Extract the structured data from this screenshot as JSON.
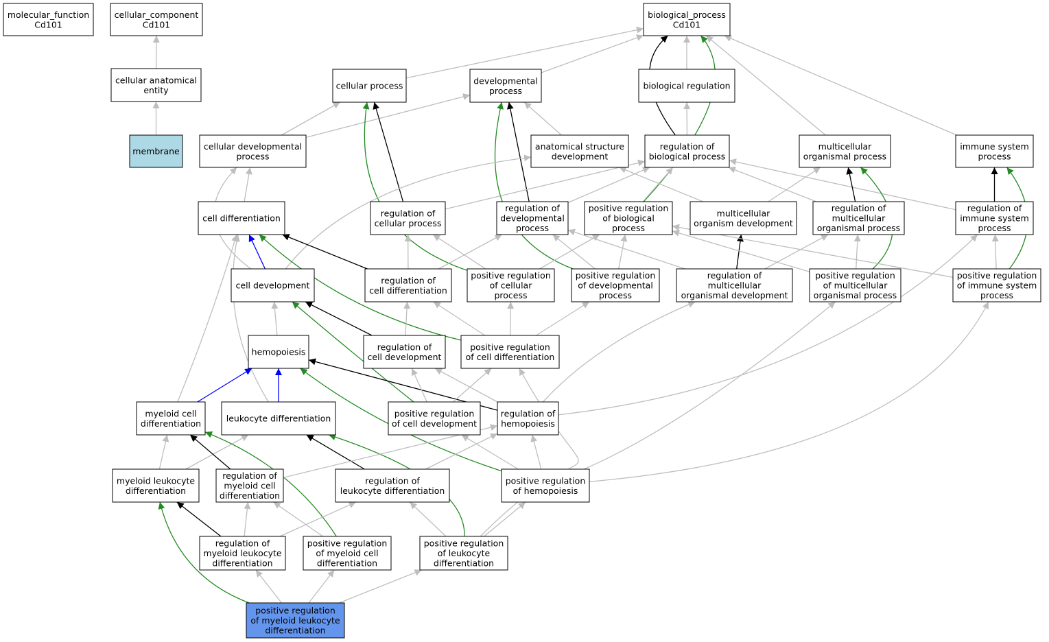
{
  "colors": {
    "node_fill": "#ffffff",
    "membrane_fill": "#add8e6",
    "query_fill": "#6495ed",
    "is_a": "#bebebe",
    "regulates": "#000000",
    "positively_regulates": "#228b22",
    "part_of": "#0000ff"
  },
  "nodes": [
    {
      "id": "mf",
      "lines": [
        "molecular_function",
        "Cd101"
      ]
    },
    {
      "id": "cc",
      "lines": [
        "cellular_component",
        "Cd101"
      ]
    },
    {
      "id": "bp",
      "lines": [
        "biological_process",
        "Cd101"
      ]
    },
    {
      "id": "cae",
      "lines": [
        "cellular anatomical",
        "entity"
      ]
    },
    {
      "id": "cp",
      "lines": [
        "cellular process"
      ]
    },
    {
      "id": "dp",
      "lines": [
        "developmental",
        "process"
      ]
    },
    {
      "id": "br",
      "lines": [
        "biological regulation"
      ]
    },
    {
      "id": "mem",
      "lines": [
        "membrane"
      ],
      "fill": "membrane"
    },
    {
      "id": "cdp",
      "lines": [
        "cellular developmental",
        "process"
      ]
    },
    {
      "id": "asd",
      "lines": [
        "anatomical structure",
        "development"
      ]
    },
    {
      "id": "rbp",
      "lines": [
        "regulation of",
        "biological process"
      ]
    },
    {
      "id": "mop",
      "lines": [
        "multicellular",
        "organismal process"
      ]
    },
    {
      "id": "isp",
      "lines": [
        "immune system",
        "process"
      ]
    },
    {
      "id": "cdiff",
      "lines": [
        "cell differentiation"
      ]
    },
    {
      "id": "rcp",
      "lines": [
        "regulation of",
        "cellular process"
      ]
    },
    {
      "id": "rdp",
      "lines": [
        "regulation of",
        "developmental",
        "process"
      ]
    },
    {
      "id": "prbp",
      "lines": [
        "positive regulation",
        "of biological",
        "process"
      ]
    },
    {
      "id": "mod",
      "lines": [
        "multicellular",
        "organism development"
      ]
    },
    {
      "id": "rmop",
      "lines": [
        "regulation of",
        "multicellular",
        "organismal process"
      ]
    },
    {
      "id": "risp",
      "lines": [
        "regulation of",
        "immune system",
        "process"
      ]
    },
    {
      "id": "cdev",
      "lines": [
        "cell development"
      ]
    },
    {
      "id": "rcd",
      "lines": [
        "regulation of",
        "cell differentiation"
      ]
    },
    {
      "id": "prcp",
      "lines": [
        "positive regulation",
        "of cellular",
        "process"
      ]
    },
    {
      "id": "prdp",
      "lines": [
        "positive regulation",
        "of developmental",
        "process"
      ]
    },
    {
      "id": "rmod",
      "lines": [
        "regulation of",
        "multicellular",
        "organismal development"
      ]
    },
    {
      "id": "prmop",
      "lines": [
        "positive regulation",
        "of multicellular",
        "organismal process"
      ]
    },
    {
      "id": "prisp",
      "lines": [
        "positive regulation",
        "of immune system",
        "process"
      ]
    },
    {
      "id": "hemo",
      "lines": [
        "hemopoiesis"
      ]
    },
    {
      "id": "rcdev",
      "lines": [
        "regulation of",
        "cell development"
      ]
    },
    {
      "id": "prcd",
      "lines": [
        "positive regulation",
        "of cell differentiation"
      ]
    },
    {
      "id": "mcd",
      "lines": [
        "myeloid cell",
        "differentiation"
      ]
    },
    {
      "id": "ld",
      "lines": [
        "leukocyte differentiation"
      ]
    },
    {
      "id": "prcdev",
      "lines": [
        "positive regulation",
        "of cell development"
      ]
    },
    {
      "id": "rhemo",
      "lines": [
        "regulation of",
        "hemopoiesis"
      ]
    },
    {
      "id": "mld",
      "lines": [
        "myeloid leukocyte",
        "differentiation"
      ]
    },
    {
      "id": "rmcd",
      "lines": [
        "regulation of",
        "myeloid cell",
        "differentiation"
      ]
    },
    {
      "id": "rld",
      "lines": [
        "regulation of",
        "leukocyte differentiation"
      ]
    },
    {
      "id": "prhemo",
      "lines": [
        "positive regulation",
        "of hemopoiesis"
      ]
    },
    {
      "id": "rmld",
      "lines": [
        "regulation of",
        "myeloid leukocyte",
        "differentiation"
      ]
    },
    {
      "id": "prmcd",
      "lines": [
        "positive regulation",
        "of myeloid cell",
        "differentiation"
      ]
    },
    {
      "id": "prld",
      "lines": [
        "positive regulation",
        "of leukocyte",
        "differentiation"
      ]
    },
    {
      "id": "prmld",
      "lines": [
        "positive regulation",
        "of myeloid leukocyte",
        "differentiation"
      ],
      "fill": "query"
    }
  ],
  "edges": [
    {
      "from": "cae",
      "to": "cc",
      "type": "is_a"
    },
    {
      "from": "mem",
      "to": "cae",
      "type": "is_a"
    },
    {
      "from": "cp",
      "to": "bp",
      "type": "is_a"
    },
    {
      "from": "dp",
      "to": "bp",
      "type": "is_a"
    },
    {
      "from": "br",
      "to": "bp",
      "type": "is_a"
    },
    {
      "from": "rbp",
      "to": "bp",
      "type": "regulates"
    },
    {
      "from": "prbp",
      "to": "bp",
      "type": "positively_regulates"
    },
    {
      "from": "mop",
      "to": "bp",
      "type": "is_a"
    },
    {
      "from": "isp",
      "to": "bp",
      "type": "is_a"
    },
    {
      "from": "rbp",
      "to": "br",
      "type": "is_a"
    },
    {
      "from": "cdp",
      "to": "cp",
      "type": "is_a"
    },
    {
      "from": "cdp",
      "to": "dp",
      "type": "is_a"
    },
    {
      "from": "asd",
      "to": "dp",
      "type": "is_a"
    },
    {
      "from": "rcp",
      "to": "cp",
      "type": "regulates"
    },
    {
      "from": "prcp",
      "to": "cp",
      "type": "positively_regulates"
    },
    {
      "from": "rdp",
      "to": "dp",
      "type": "regulates"
    },
    {
      "from": "prdp",
      "to": "dp",
      "type": "positively_regulates"
    },
    {
      "from": "cdiff",
      "to": "cdp",
      "type": "is_a"
    },
    {
      "from": "cdev",
      "to": "cdp",
      "type": "is_a"
    },
    {
      "from": "cdev",
      "to": "asd",
      "type": "is_a"
    },
    {
      "from": "mod",
      "to": "asd",
      "type": "is_a"
    },
    {
      "from": "rcp",
      "to": "rbp",
      "type": "is_a"
    },
    {
      "from": "rdp",
      "to": "rbp",
      "type": "is_a"
    },
    {
      "from": "prbp",
      "to": "rbp",
      "type": "is_a"
    },
    {
      "from": "rmop",
      "to": "rbp",
      "type": "is_a"
    },
    {
      "from": "risp",
      "to": "rbp",
      "type": "is_a"
    },
    {
      "from": "mod",
      "to": "mop",
      "type": "is_a"
    },
    {
      "from": "rmop",
      "to": "mop",
      "type": "regulates"
    },
    {
      "from": "prmop",
      "to": "mop",
      "type": "positively_regulates"
    },
    {
      "from": "risp",
      "to": "isp",
      "type": "regulates"
    },
    {
      "from": "prisp",
      "to": "isp",
      "type": "positively_regulates"
    },
    {
      "from": "cdev",
      "to": "cdiff",
      "type": "part_of"
    },
    {
      "from": "rcd",
      "to": "cdiff",
      "type": "regulates"
    },
    {
      "from": "prcd",
      "to": "cdiff",
      "type": "positively_regulates"
    },
    {
      "from": "mcd",
      "to": "cdiff",
      "type": "is_a"
    },
    {
      "from": "ld",
      "to": "cdiff",
      "type": "is_a"
    },
    {
      "from": "rcd",
      "to": "rcp",
      "type": "is_a"
    },
    {
      "from": "prcp",
      "to": "rcp",
      "type": "is_a"
    },
    {
      "from": "rcd",
      "to": "rdp",
      "type": "is_a"
    },
    {
      "from": "prcp",
      "to": "prbp",
      "type": "is_a"
    },
    {
      "from": "prdp",
      "to": "rdp",
      "type": "is_a"
    },
    {
      "from": "prdp",
      "to": "prbp",
      "type": "is_a"
    },
    {
      "from": "rmod",
      "to": "mod",
      "type": "regulates"
    },
    {
      "from": "rmod",
      "to": "rdp",
      "type": "is_a"
    },
    {
      "from": "rmod",
      "to": "rmop",
      "type": "is_a"
    },
    {
      "from": "prmop",
      "to": "rmop",
      "type": "is_a"
    },
    {
      "from": "prmop",
      "to": "prbp",
      "type": "is_a"
    },
    {
      "from": "prisp",
      "to": "risp",
      "type": "is_a"
    },
    {
      "from": "prisp",
      "to": "prbp",
      "type": "is_a"
    },
    {
      "from": "hemo",
      "to": "cdev",
      "type": "is_a"
    },
    {
      "from": "rcdev",
      "to": "cdev",
      "type": "regulates"
    },
    {
      "from": "prcdev",
      "to": "cdev",
      "type": "positively_regulates"
    },
    {
      "from": "rcdev",
      "to": "rcd",
      "type": "is_a"
    },
    {
      "from": "prcd",
      "to": "rcd",
      "type": "is_a"
    },
    {
      "from": "prcd",
      "to": "prcp",
      "type": "is_a"
    },
    {
      "from": "prcd",
      "to": "prdp",
      "type": "is_a"
    },
    {
      "from": "mcd",
      "to": "hemo",
      "type": "part_of"
    },
    {
      "from": "ld",
      "to": "hemo",
      "type": "part_of"
    },
    {
      "from": "rhemo",
      "to": "hemo",
      "type": "regulates"
    },
    {
      "from": "prhemo",
      "to": "hemo",
      "type": "positively_regulates"
    },
    {
      "from": "prcdev",
      "to": "rcdev",
      "type": "is_a"
    },
    {
      "from": "prcdev",
      "to": "prcd",
      "type": "is_a"
    },
    {
      "from": "rhemo",
      "to": "rcdev",
      "type": "is_a"
    },
    {
      "from": "rhemo",
      "to": "rmod",
      "type": "is_a"
    },
    {
      "from": "rhemo",
      "to": "risp",
      "type": "is_a"
    },
    {
      "from": "mld",
      "to": "mcd",
      "type": "is_a"
    },
    {
      "from": "mld",
      "to": "ld",
      "type": "is_a"
    },
    {
      "from": "rmcd",
      "to": "mcd",
      "type": "regulates"
    },
    {
      "from": "prmcd",
      "to": "mcd",
      "type": "positively_regulates"
    },
    {
      "from": "rld",
      "to": "ld",
      "type": "regulates"
    },
    {
      "from": "prld",
      "to": "ld",
      "type": "positively_regulates"
    },
    {
      "from": "rmcd",
      "to": "rhemo",
      "type": "is_a"
    },
    {
      "from": "rld",
      "to": "rhemo",
      "type": "is_a"
    },
    {
      "from": "prhemo",
      "to": "rhemo",
      "type": "is_a"
    },
    {
      "from": "prhemo",
      "to": "prcdev",
      "type": "is_a"
    },
    {
      "from": "prhemo",
      "to": "prmop",
      "type": "is_a"
    },
    {
      "from": "prhemo",
      "to": "prisp",
      "type": "is_a"
    },
    {
      "from": "rmld",
      "to": "mld",
      "type": "regulates"
    },
    {
      "from": "rmld",
      "to": "rmcd",
      "type": "is_a"
    },
    {
      "from": "rmld",
      "to": "rld",
      "type": "is_a"
    },
    {
      "from": "prmcd",
      "to": "rmcd",
      "type": "is_a"
    },
    {
      "from": "prld",
      "to": "rld",
      "type": "is_a"
    },
    {
      "from": "prld",
      "to": "prhemo",
      "type": "is_a"
    },
    {
      "from": "prld",
      "to": "prcd",
      "type": "is_a"
    },
    {
      "from": "prmld",
      "to": "mld",
      "type": "positively_regulates"
    },
    {
      "from": "prmld",
      "to": "rmld",
      "type": "is_a"
    },
    {
      "from": "prmld",
      "to": "prmcd",
      "type": "is_a"
    },
    {
      "from": "prmld",
      "to": "prld",
      "type": "is_a"
    }
  ]
}
